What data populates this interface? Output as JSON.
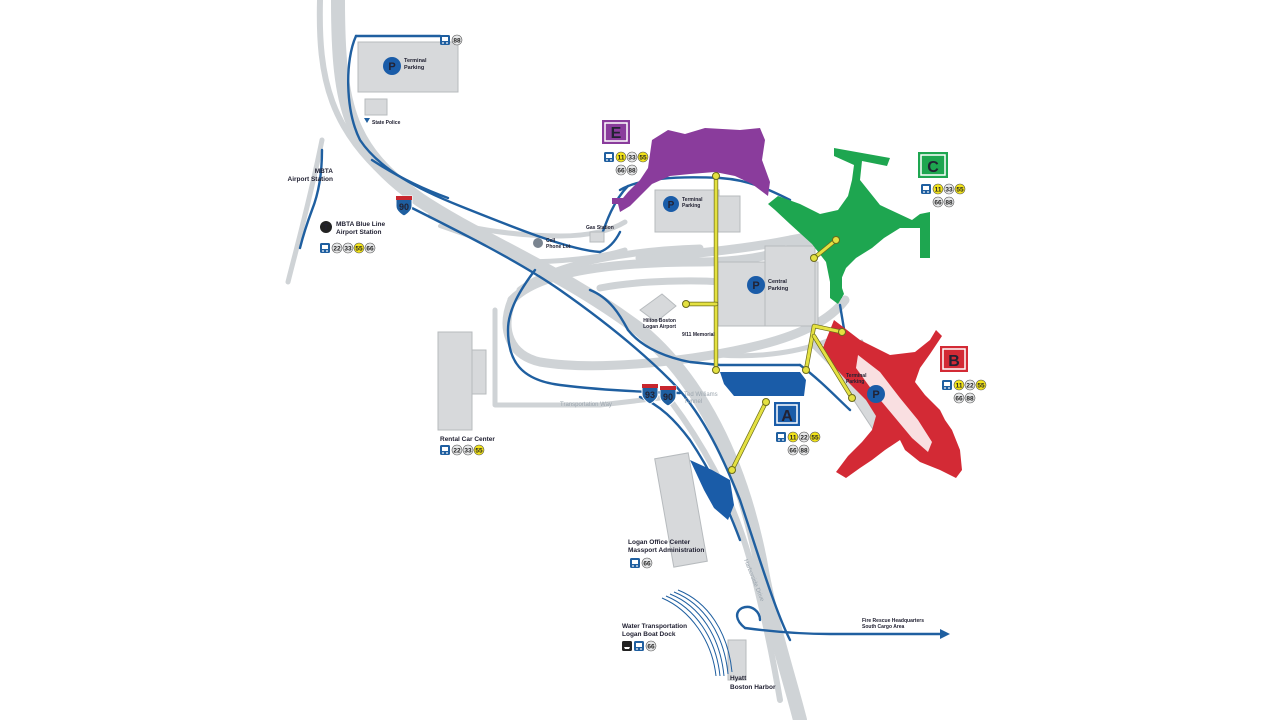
{
  "terminals": {
    "A": {
      "letter": "A",
      "color": "#1a5ca8",
      "routes": [
        "11",
        "22",
        "55",
        "66",
        "88"
      ]
    },
    "B": {
      "letter": "B",
      "color": "#d32a35",
      "routes": [
        "11",
        "22",
        "55",
        "66",
        "88"
      ]
    },
    "C": {
      "letter": "C",
      "color": "#1ea650",
      "routes": [
        "11",
        "33",
        "55",
        "66",
        "88"
      ]
    },
    "E": {
      "letter": "E",
      "color": "#8a3c9c",
      "routes": [
        "11",
        "33",
        "55",
        "66",
        "88"
      ]
    }
  },
  "labels": {
    "terminal_parking": "Terminal Parking",
    "central_parking": "Central Parking",
    "state_police": "State Police",
    "mbta_airport_station": "MBTA Airport Station",
    "mbta_blue_line": "MBTA Blue Line Airport Station",
    "gas_station": "Gas Station",
    "cell_phone_lot": "Cell Phone Lot",
    "hilton": "Hilton Boston Logan Airport",
    "memorial": "9/11 Memorial",
    "ted_williams": "Ted Williams Tunnel",
    "transportation_way": "Transportation Way",
    "rental_car_center": "Rental Car Center",
    "logan_office_center": "Logan Office Center Massport Administration",
    "harborside_drive": "Harborside Drive",
    "water_transportation": "Water Transportation Logan Boat Dock",
    "hyatt": "Hyatt Boston Harbor",
    "fire_rescue": "Fire Rescue Headquarters South Cargo Area"
  },
  "routes_at": {
    "top_parking": [
      "88"
    ],
    "blue_line": [
      "22",
      "33",
      "55",
      "66"
    ],
    "rental_car": [
      "22",
      "33",
      "55"
    ],
    "office_center": [
      "66"
    ],
    "water_transport": [
      "66"
    ]
  },
  "highways": {
    "i90_top": "90",
    "i93": "93",
    "i90_bottom": "90"
  },
  "colors": {
    "route_yellow": "#f2e31a",
    "route_grey": "#e6e7e8",
    "road_grey": "#cfd3d6",
    "road_blue": "#1f5fa0",
    "walkway": "#e4e141",
    "parking": "#1a5ca8"
  },
  "icons": {
    "parking": "parking-icon",
    "bus": "bus-icon",
    "subway": "mbta-t-icon",
    "ferry": "ferry-icon",
    "shield": "interstate-shield-icon"
  }
}
